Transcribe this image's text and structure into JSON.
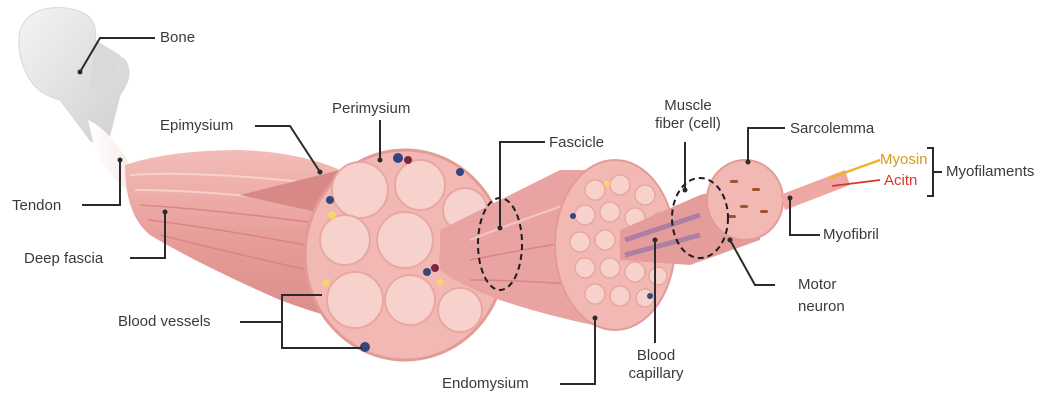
{
  "labels": {
    "bone": "Bone",
    "tendon": "Tendon",
    "deep_fascia": "Deep fascia",
    "epimysium": "Epimysium",
    "perimysium": "Perimysium",
    "blood_vessels": "Blood vessels",
    "fascicle": "Fascicle",
    "endomysium": "Endomysium",
    "muscle_fiber_line1": "Muscle",
    "muscle_fiber_line2": "fiber (cell)",
    "blood_capillary_line1": "Blood",
    "blood_capillary_line2": "capillary",
    "sarcolemma": "Sarcolemma",
    "myosin": "Myosin",
    "actin": "Acitn",
    "myofilaments": "Myofilaments",
    "myofibril": "Myofibril",
    "motor_neuron_line1": "Motor",
    "motor_neuron_line2": "neuron"
  },
  "colors": {
    "muscle": "#e9a3a3",
    "muscle_dark": "#d98585",
    "muscle_light": "#f4c6c2",
    "bone": "#e6e6e6",
    "vessel_blue": "#35457e",
    "vessel_red": "#7a2a3b",
    "fat_yellow": "#f6d56a",
    "myosin": "#f0b323",
    "actin": "#d8372b",
    "leader": "#2b2b2b"
  }
}
